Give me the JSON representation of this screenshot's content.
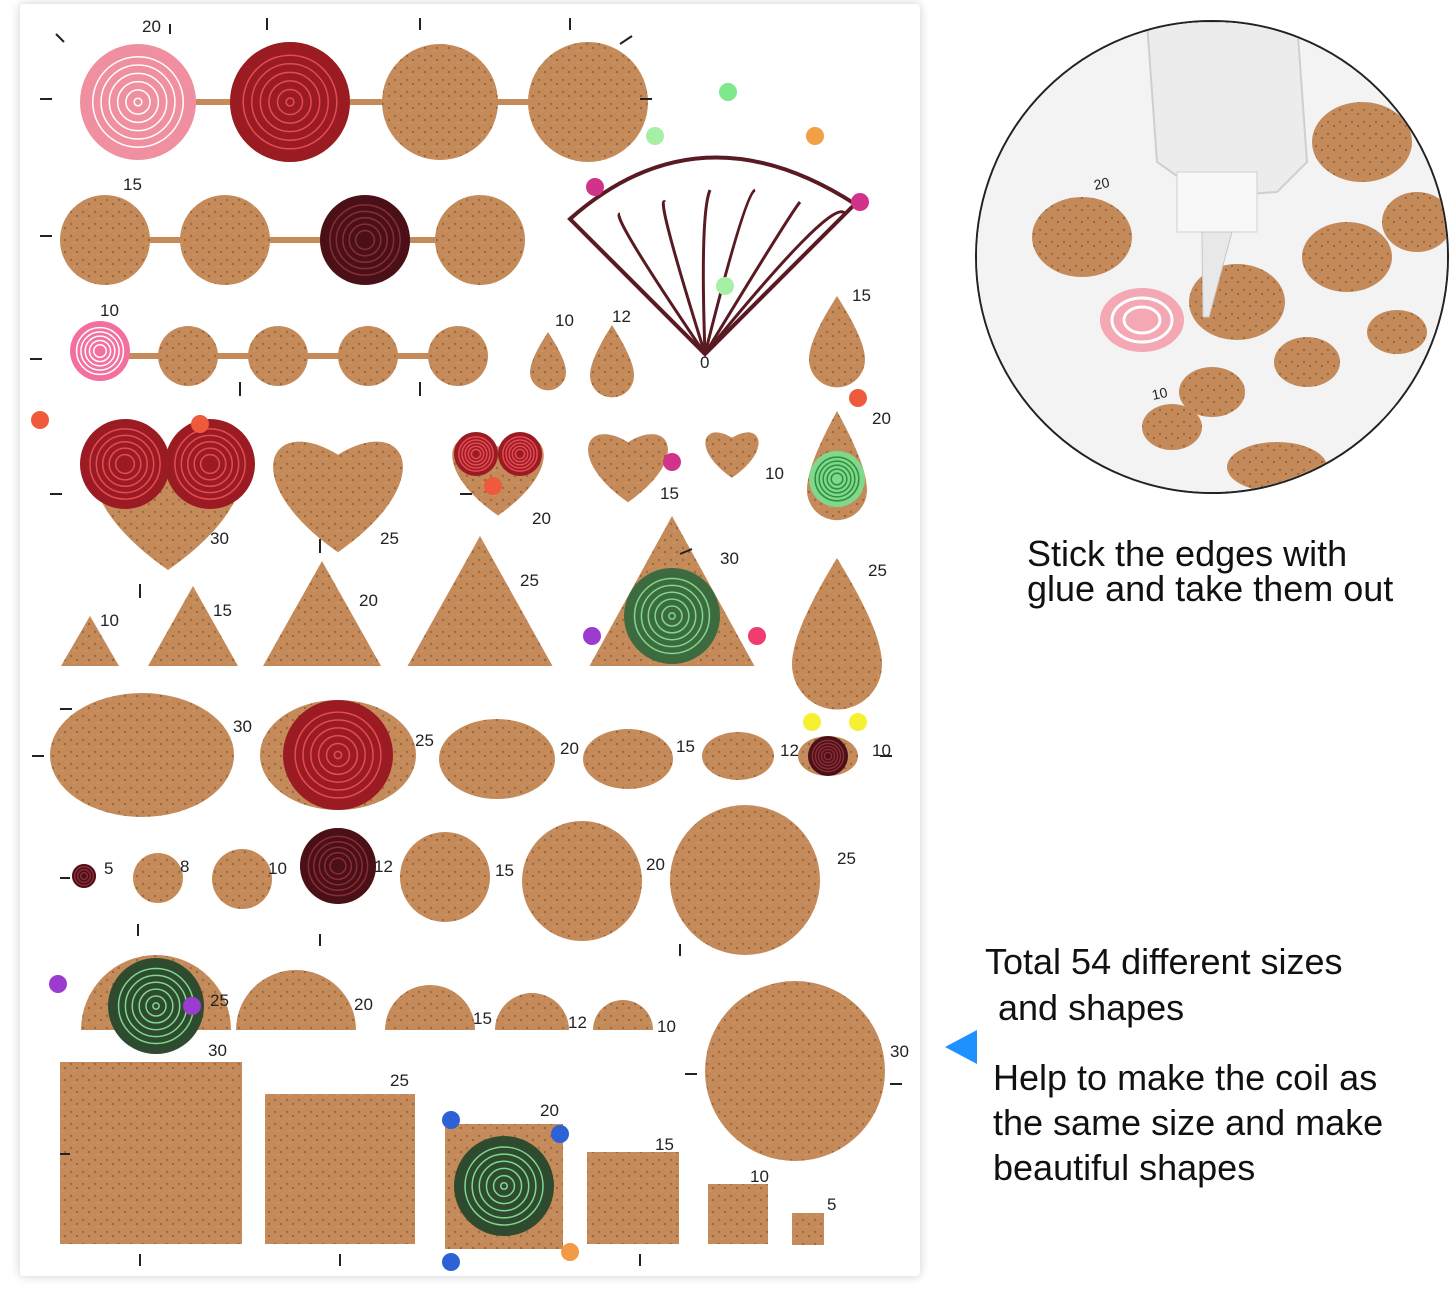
{
  "colors": {
    "cork": "#c48a5a",
    "cork_dark": "#a06a3e",
    "board": "#ffffff",
    "arrow": "#1e90ff",
    "quill_pink": "#f08fa0",
    "quill_red": "#9b1b22",
    "quill_brown": "#4a1018",
    "quill_green": "#7fd88c"
  },
  "board": {
    "labels": [
      "20",
      "15",
      "10",
      "10",
      "12",
      "15",
      "20",
      "30",
      "25",
      "20",
      "15",
      "10",
      "10",
      "15",
      "20",
      "25",
      "30",
      "25",
      "30",
      "25",
      "20",
      "15",
      "12",
      "10",
      "5",
      "8",
      "10",
      "12",
      "15",
      "20",
      "25",
      "25",
      "20",
      "15",
      "12",
      "10",
      "30",
      "30",
      "25",
      "20",
      "15",
      "10",
      "5",
      "0"
    ]
  },
  "inset": {
    "labels": [
      "20",
      "10"
    ]
  },
  "captions": {
    "glue_line1": "Stick the edges with",
    "glue_line2": "glue and take them out",
    "total_line1": "Total 54 different sizes",
    "total_line2": "and shapes",
    "help_line1": "Help to make the coil as",
    "help_line2": "the same size and make",
    "help_line3": "beautiful shapes"
  }
}
